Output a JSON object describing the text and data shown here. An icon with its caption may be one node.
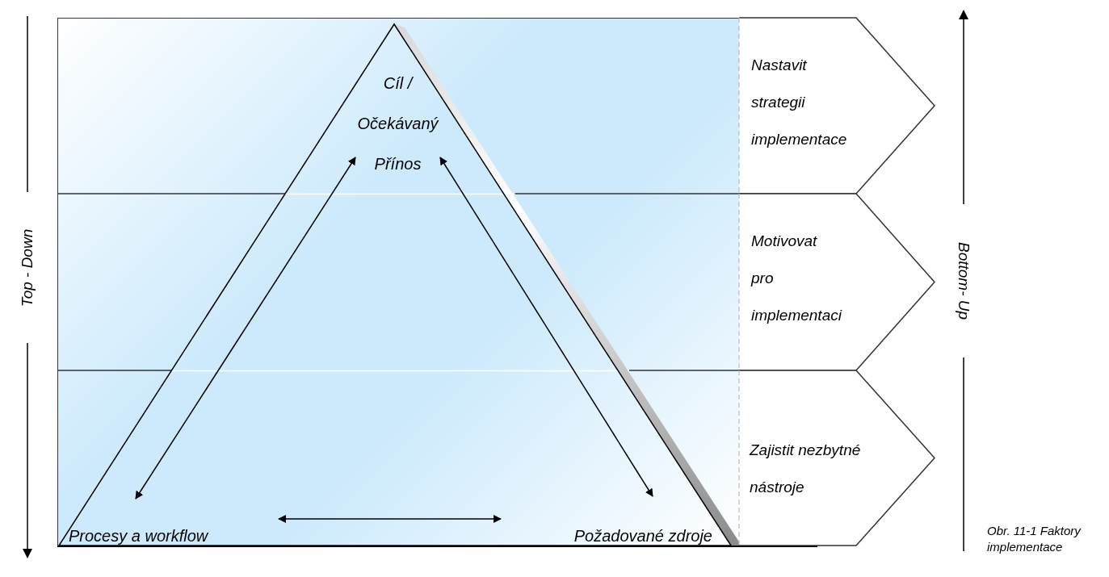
{
  "diagram": {
    "caption": "Obr. 11-1 Faktory implementace",
    "nodes": [
      {
        "text": [],
        "shape": "triangle"
      },
      {
        "text": [
          "Cíl / Očekávaný Přínos"
        ],
        "in": 0
      },
      {
        "text": [
          "Procesy a workflow"
        ],
        "in": 0
      },
      {
        "text": [
          "Požadované zdroje"
        ],
        "in": 0
      },
      {
        "text": [
          "Nastavit strategii implementace"
        ]
      },
      {
        "text": [
          "Motivovat pro implementaci"
        ]
      },
      {
        "text": [
          "Zajistit nezbytné nástroje"
        ]
      }
    ],
    "edges": [
      {
        "from": 1,
        "to": 2,
        "arrow": "both"
      },
      {
        "from": 1,
        "to": 3,
        "arrow": "both"
      },
      {
        "from": 2,
        "to": 3,
        "arrow": "both"
      }
    ],
    "labels": [
      "Top - Down",
      "Bottom- Up"
    ]
  }
}
